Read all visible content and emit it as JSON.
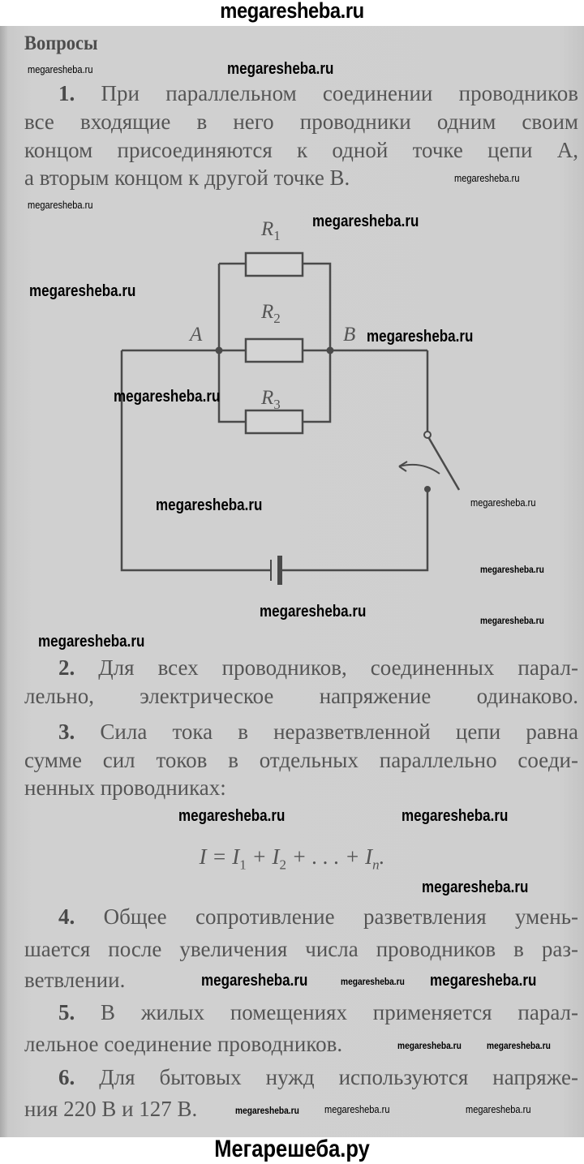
{
  "header_watermark": "megaresheba.ru",
  "footer_watermark": "Мегарешеба.ру",
  "heading": "Вопросы",
  "q1": {
    "num": "1.",
    "lines": [
      "При параллельном соединении проводников",
      "все входящие в него проводники одним своим",
      "концом присоединяются к одной точке цепи A,",
      "а вторым концом к другой точке B."
    ]
  },
  "circuit": {
    "r1": "R",
    "r1_sub": "1",
    "r2": "R",
    "r2_sub": "2",
    "r3": "R",
    "r3_sub": "3",
    "a": "A",
    "b": "B"
  },
  "q2": {
    "num": "2.",
    "lines": [
      "Для всех проводников, соединенных парал-",
      "лельно, электрическое напряжение одинаково."
    ]
  },
  "q3": {
    "num": "3.",
    "lines": [
      "Сила тока в неразветвленной цепи равна",
      "сумме сил токов в отдельных параллельно соеди-",
      "ненных проводниках:"
    ]
  },
  "formula": {
    "lhs": "I = I",
    "s1": "1",
    "p2": " + I",
    "s2": "2",
    "p3": " + . . . + I",
    "sn": "n",
    "end": "."
  },
  "q4": {
    "num": "4.",
    "lines": [
      "Общее сопротивление разветвления умень-",
      "шается после увеличения числа проводников в раз-",
      "ветвлении."
    ]
  },
  "q5": {
    "num": "5.",
    "lines": [
      "В жилых помещениях применяется парал-",
      "лельное соединение проводников."
    ]
  },
  "q6": {
    "num": "6.",
    "lines": [
      "Для бытовых нужд используются напряже-",
      "ния 220 В и 127 В."
    ]
  },
  "watermark": "megaresheba.ru"
}
